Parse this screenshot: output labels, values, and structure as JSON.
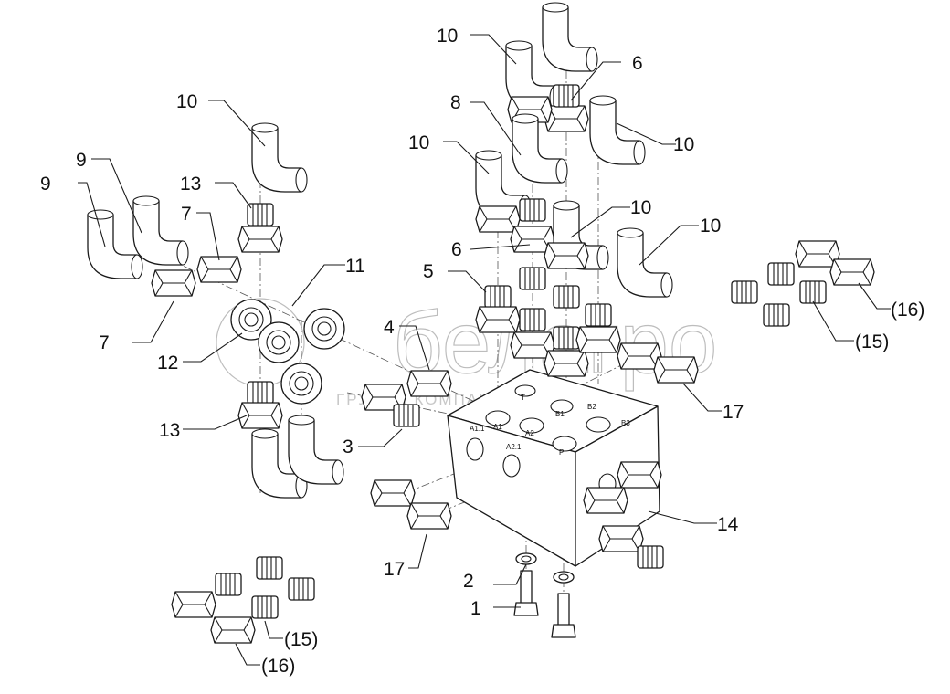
{
  "watermark": {
    "brand": "белагро",
    "tagline": "ГРУППА КОМПАНИЙ"
  },
  "ports": {
    "a11": "A1.1",
    "a21": "A2.1",
    "a1": "A1",
    "a2": "A2",
    "b1": "B1",
    "b2": "B2",
    "b3": "B3",
    "p": "P",
    "t": "T"
  },
  "callouts": {
    "c1": "1",
    "c2": "2",
    "c3": "3",
    "c4": "4",
    "c5": "5",
    "c6a": "6",
    "c6b": "6",
    "c7a": "7",
    "c7b": "7",
    "c8": "8",
    "c9a": "9",
    "c9b": "9",
    "c10a": "10",
    "c10b": "10",
    "c10c": "10",
    "c10d": "10",
    "c10e": "10",
    "c10f": "10",
    "c11": "11",
    "c12": "12",
    "c13a": "13",
    "c13b": "13",
    "c14": "14",
    "c15a": "(15)",
    "c15b": "(15)",
    "c16a": "(16)",
    "c16b": "(16)",
    "c17a": "17",
    "c17b": "17"
  }
}
